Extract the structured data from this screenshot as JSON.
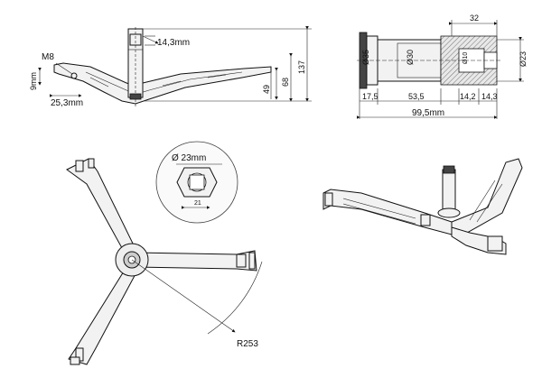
{
  "side_view": {
    "thread_label": "M8",
    "shaft_step_label": "14,3mm",
    "height_small_label": "9mm",
    "offset_label": "25,3mm",
    "height_49_label": "49",
    "height_68_label": "68",
    "height_137_label": "137"
  },
  "section_view": {
    "top_dim_label": "32",
    "d35_label": "Ø35",
    "d30_label": "Ø30",
    "d10_label": "Ø10",
    "d23_label": "Ø23",
    "len_17_5_label": "17,5",
    "len_53_5_label": "53,5",
    "len_14_2_label": "14,2",
    "len_14_3_label": "14,3",
    "total_label": "99,5mm"
  },
  "detail_view": {
    "diameter_label": "Ø 23mm",
    "inner_label": "21"
  },
  "top_view": {
    "radius_label": "R253"
  }
}
